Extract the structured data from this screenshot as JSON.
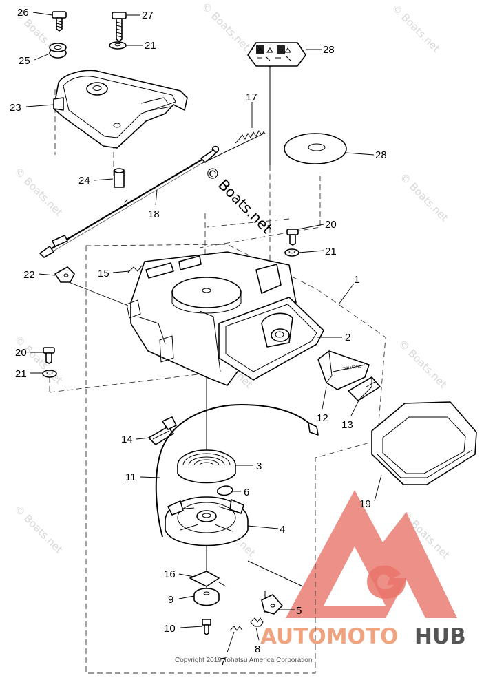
{
  "diagram": {
    "watermark_text": "© Boats.net",
    "center_watermark": "© Boats.net",
    "copyright": "Copyright 2019 Tohatsu America Corporation",
    "logo": {
      "word1": "AUTOMOTO",
      "word2": "HUB"
    },
    "handle_text": "TOHATSU",
    "callouts": [
      {
        "id": "c26",
        "text": "26"
      },
      {
        "id": "c27",
        "text": "27"
      },
      {
        "id": "c21a",
        "text": "21"
      },
      {
        "id": "c25",
        "text": "25"
      },
      {
        "id": "c28a",
        "text": "28"
      },
      {
        "id": "c23",
        "text": "23"
      },
      {
        "id": "c17",
        "text": "17"
      },
      {
        "id": "c28b",
        "text": "28"
      },
      {
        "id": "c24",
        "text": "24"
      },
      {
        "id": "c18",
        "text": "18"
      },
      {
        "id": "c20a",
        "text": "20"
      },
      {
        "id": "c21b",
        "text": "21"
      },
      {
        "id": "c22",
        "text": "22"
      },
      {
        "id": "c15",
        "text": "15"
      },
      {
        "id": "c1",
        "text": "1"
      },
      {
        "id": "c2",
        "text": "2"
      },
      {
        "id": "c20b",
        "text": "20"
      },
      {
        "id": "c21c",
        "text": "21"
      },
      {
        "id": "c12",
        "text": "12"
      },
      {
        "id": "c13",
        "text": "13"
      },
      {
        "id": "c14",
        "text": "14"
      },
      {
        "id": "c3",
        "text": "3"
      },
      {
        "id": "c11",
        "text": "11"
      },
      {
        "id": "c6",
        "text": "6"
      },
      {
        "id": "c4",
        "text": "4"
      },
      {
        "id": "c19",
        "text": "19"
      },
      {
        "id": "c16",
        "text": "16"
      },
      {
        "id": "c9",
        "text": "9"
      },
      {
        "id": "c5",
        "text": "5"
      },
      {
        "id": "c10",
        "text": "10"
      },
      {
        "id": "c7",
        "text": "7"
      },
      {
        "id": "c8",
        "text": "8"
      }
    ]
  }
}
